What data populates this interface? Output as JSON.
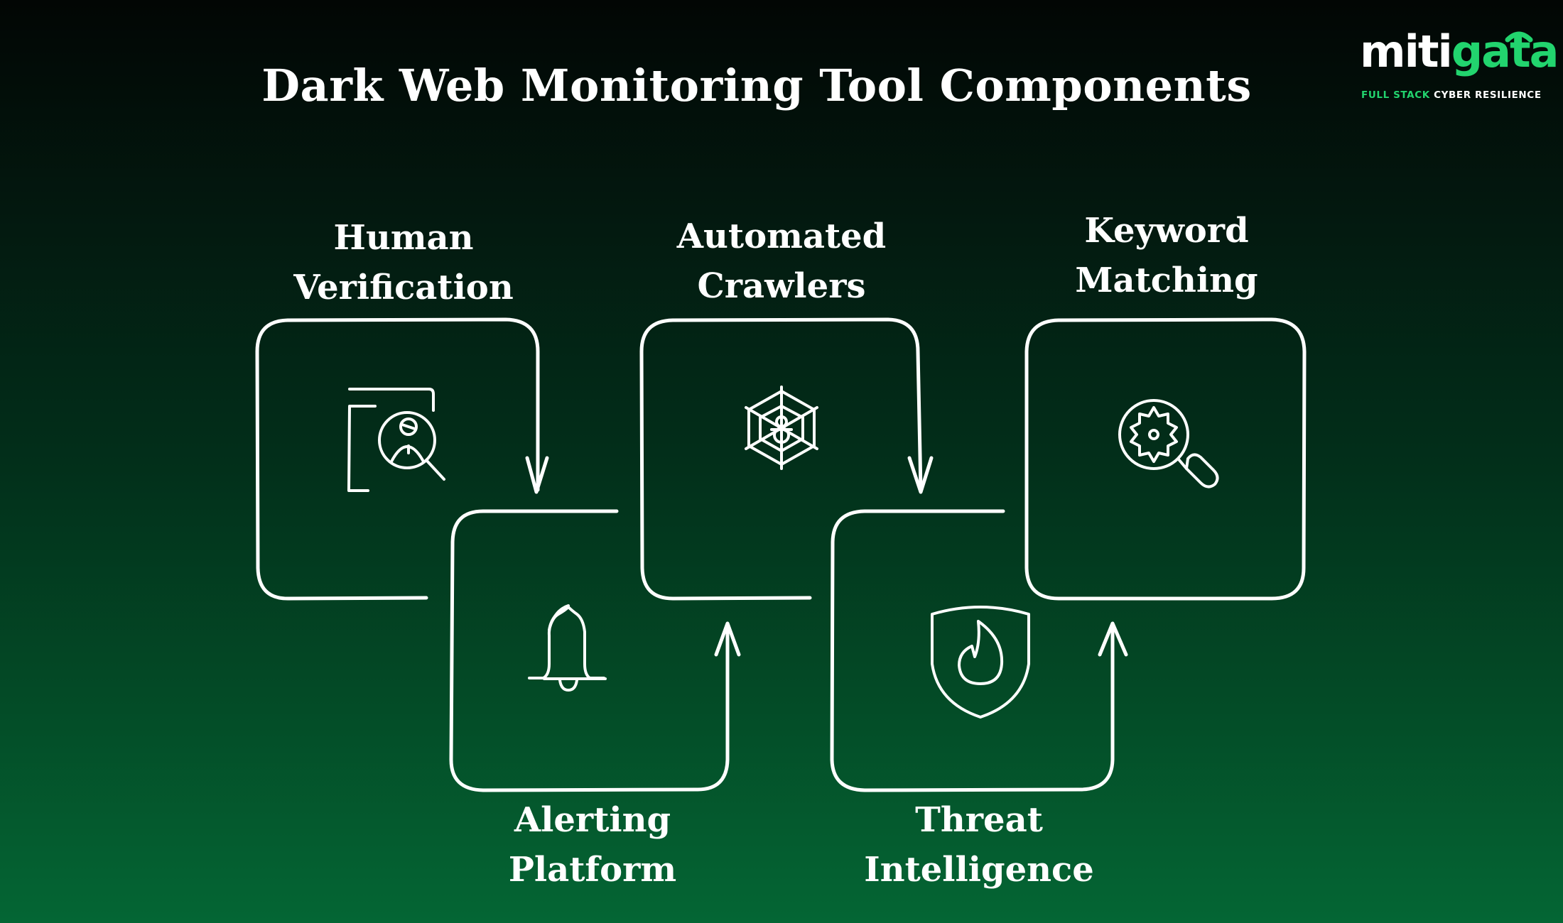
{
  "title": "Dark Web Monitoring Tool Components",
  "logo": {
    "word_white": "miti",
    "word_green": "gata",
    "tagline_green": "FULL STACK",
    "tagline_white": "CYBER RESILIENCE"
  },
  "components": [
    {
      "line1": "Human",
      "line2": "Verification",
      "icon": "person-search-icon"
    },
    {
      "line1": "Alerting",
      "line2": "Platform",
      "icon": "bell-icon"
    },
    {
      "line1": "Automated",
      "line2": "Crawlers",
      "icon": "spider-web-icon"
    },
    {
      "line1": "Threat",
      "line2": "Intelligence",
      "icon": "shield-fire-icon"
    },
    {
      "line1": "Keyword",
      "line2": "Matching",
      "icon": "gear-search-icon"
    }
  ],
  "colors": {
    "accent_green": "#22d46e",
    "bg_top": "#020604",
    "bg_bottom": "#046634",
    "stroke": "#ffffff"
  }
}
